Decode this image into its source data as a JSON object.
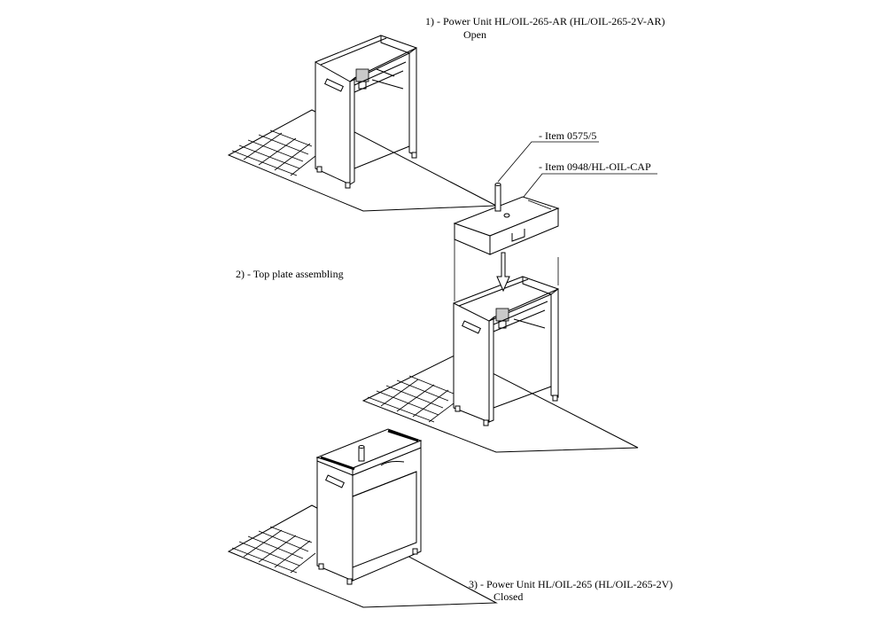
{
  "step1": {
    "number": "1)",
    "title": "- Power Unit HL/OIL-265-AR (HL/OIL-265-2V-AR)",
    "state": "Open"
  },
  "step2": {
    "number": "2)",
    "title": "- Top plate assembling"
  },
  "items": {
    "item1": "- Item 0575/5",
    "item2": "- Item 0948/HL-OIL-CAP"
  },
  "step3": {
    "number": "3)",
    "title": "- Power Unit HL/OIL-265 (HL/OIL-265-2V)",
    "state": "Closed"
  }
}
